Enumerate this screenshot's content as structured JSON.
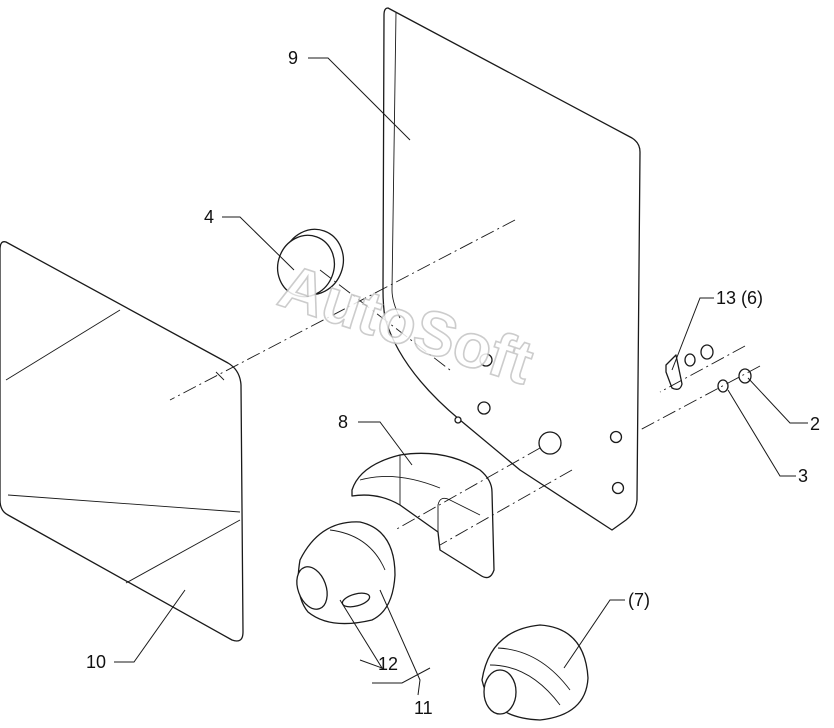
{
  "watermark": "AutoSoft",
  "callouts": {
    "c9": "9",
    "c4": "4",
    "c13": "13 (6)",
    "c8": "8",
    "c2": "2",
    "c3": "3",
    "c7": "(7)",
    "c10": "10",
    "c12": "12",
    "c11": "11"
  },
  "icons": [
    "mirror-glass-panel",
    "mounting-plate",
    "round-cap",
    "bracket",
    "lamp-housing",
    "bulb-cover",
    "washer",
    "nut",
    "clip"
  ]
}
